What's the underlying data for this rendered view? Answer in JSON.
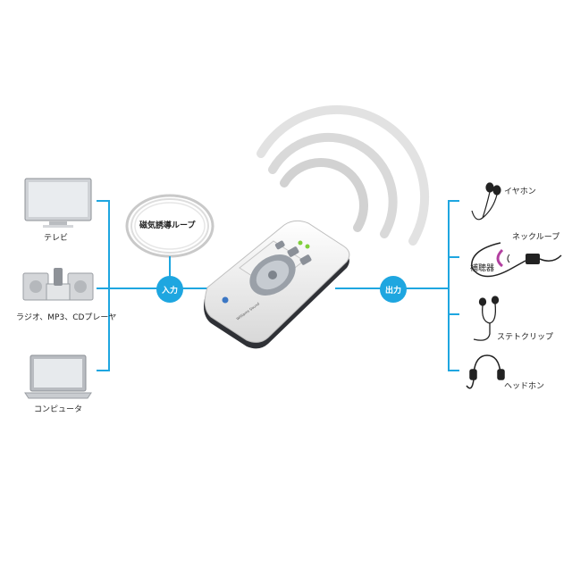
{
  "inputs": {
    "tv": "テレビ",
    "audio": "ラジオ、MP3、CDプレーヤ",
    "computer": "コンピュータ"
  },
  "loop": {
    "label": "磁気誘導ループ"
  },
  "connectors": {
    "input": "入力",
    "output": "出力"
  },
  "device": {
    "brand": "Williams Sound"
  },
  "outputs": {
    "earphone": "イヤホン",
    "neckloop": "ネックループ",
    "hearing_aid": "補聴器",
    "stethoclip": "ステトクリップ",
    "headphone": "ヘッドホン"
  },
  "colors": {
    "accent": "#1ea6e0",
    "device_body": "#f4f4f4",
    "device_trim": "#3a3a3a"
  }
}
